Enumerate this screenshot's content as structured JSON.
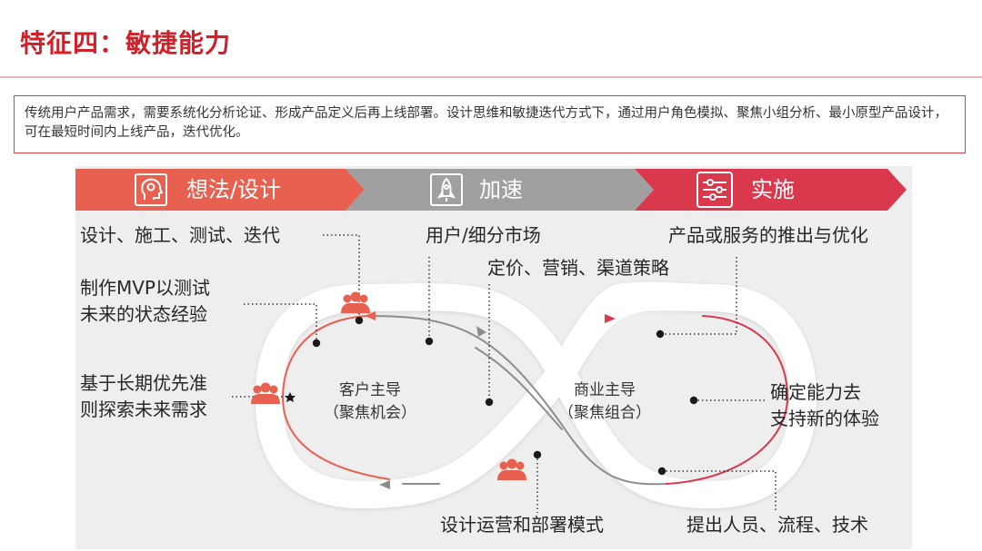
{
  "title": "特征四：敏捷能力",
  "intro": "传统用户产品需求，需要系统化分析论证、形成产品定义后再上线部署。设计思维和敏捷迭代方式下，通过用户角色模拟、聚焦小组分析、最小原型产品设计，可在最短时间内上线产品，迭代优化。",
  "stages": [
    {
      "label": "想法/设计",
      "icon": "head-idea-icon",
      "color": "#e8604f"
    },
    {
      "label": "加速",
      "icon": "rocket-icon",
      "color": "#9a9a9a"
    },
    {
      "label": "实施",
      "icon": "settings-sliders-icon",
      "color": "#d9384d"
    }
  ],
  "centers": {
    "left": {
      "line1": "客户主导",
      "line2": "（聚焦机会）"
    },
    "right": {
      "line1": "商业主导",
      "line2": "（聚焦组合）"
    }
  },
  "labels": {
    "iterate": "设计、施工、测试、迭代",
    "mvp_1": "制作MVP以测试",
    "mvp_2": "未来的状态经验",
    "priority_1": "基于长期优先准",
    "priority_2": "则探索未来需求",
    "market": "用户/细分市场",
    "pricing": "定价、营销、渠道策略",
    "ops": "设计运营和部署模式",
    "launch": "产品或服务的推出与优化",
    "capability_1": "确定能力去",
    "capability_2": "支持新的体验",
    "people": "提出人员、流程、技术"
  },
  "colors": {
    "accent": "#e8604f",
    "red": "#d9384d",
    "gray": "#9a9a9a"
  }
}
